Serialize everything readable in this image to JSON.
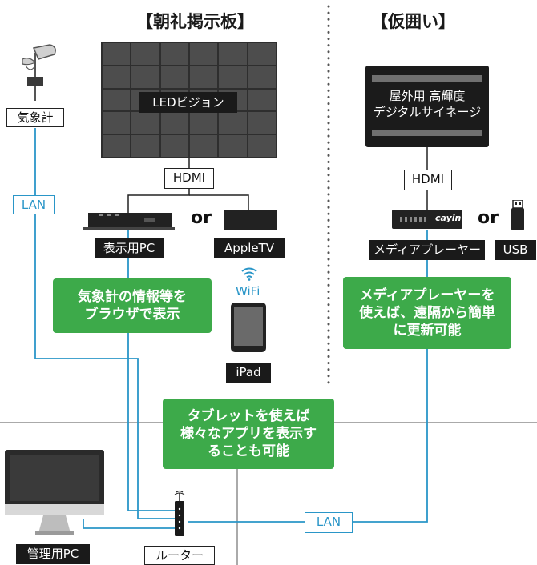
{
  "titles": {
    "left": "【朝礼掲示板】",
    "right": "【仮囲い】"
  },
  "devices": {
    "weather_station": "気象計",
    "led_vision": "LEDビジョン",
    "hdmi_left": "HDMI",
    "display_pc": "表示用PC",
    "apple_tv": "AppleTV",
    "or_left": "or",
    "wifi": "WiFi",
    "ipad": "iPad",
    "outdoor_signage": "屋外用 高輝度\nデジタルサイネージ",
    "hdmi_right": "HDMI",
    "media_player": "メディアプレーヤー",
    "media_player_brand": "cayin",
    "or_right": "or",
    "usb": "USB",
    "admin_pc": "管理用PC",
    "router": "ルーター",
    "lan_left": "LAN",
    "lan_bottom": "LAN"
  },
  "callouts": {
    "weather_info": "気象計の情報等を\nブラウザで表示",
    "media_player_remote": "メディアプレーヤーを\n使えば、遠隔から簡単\nに更新可能",
    "tablet_apps": "タブレットを使えば\n様々なアプリを表示す\nることも可能"
  },
  "colors": {
    "lan_line": "#2a96c8",
    "callout_green": "#3daa4a",
    "device_dark": "#1a1a1a",
    "divider_dots": "#555555",
    "wall_gray": "#aaaaaa"
  }
}
